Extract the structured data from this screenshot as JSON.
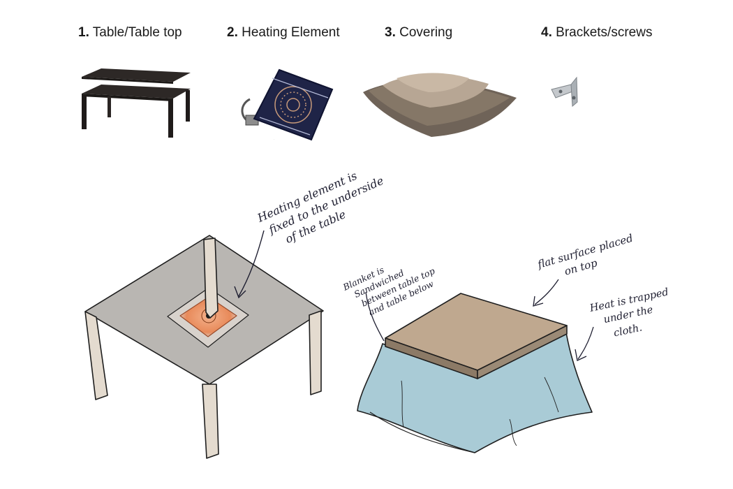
{
  "parts": [
    {
      "num": "1.",
      "name": "Table/Table top",
      "icon": "table-icon"
    },
    {
      "num": "2.",
      "name": "Heating Element",
      "icon": "heater-icon"
    },
    {
      "num": "3.",
      "name": "Covering",
      "icon": "futon-icon"
    },
    {
      "num": "4.",
      "name": "Brackets/screws",
      "icon": "bracket-icon"
    }
  ],
  "annotations": {
    "heating": [
      "Heating element is",
      "fixed to the underside",
      "of the table"
    ],
    "blanket": [
      "Blanket is",
      "Sandwiched",
      "between table top",
      "and table below"
    ],
    "flat_surface": [
      "flat surface placed",
      "on top"
    ],
    "heat_trapped": [
      "Heat is trapped",
      "under the",
      "cloth."
    ]
  },
  "colors": {
    "table_dark": "#2a2523",
    "heater_navy": "#1f2447",
    "heater_glow": "#e88a5a",
    "futon": "#8a7c6f",
    "cloth_blue": "#a9cbd6",
    "top_tan": "#bfa88f",
    "table_grey": "#b9b6b2"
  }
}
